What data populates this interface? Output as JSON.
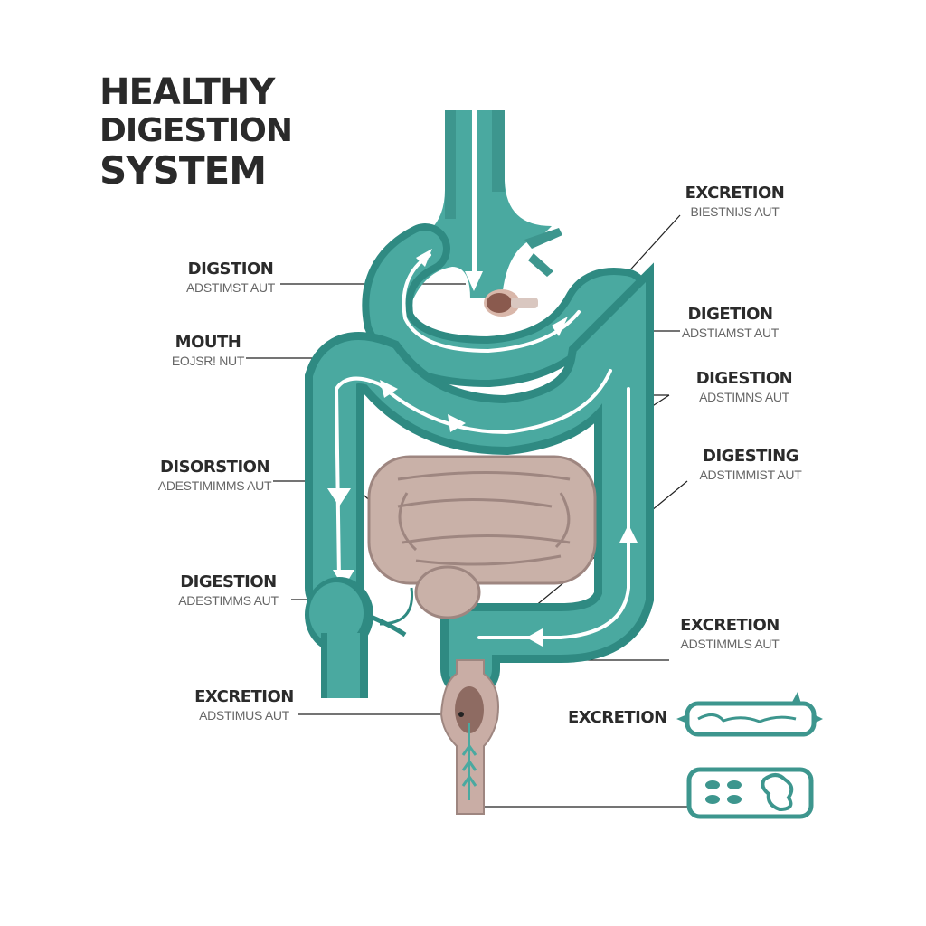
{
  "title": {
    "line1": "HEALTHY",
    "line2": "DIGESTION",
    "line3": "SYSTEM"
  },
  "colors": {
    "teal": "#4aa9a0",
    "teal_dark": "#2f8a82",
    "teal_light": "#5fbcb2",
    "intestine": "#c9b1a8",
    "intestine_outline": "#9e8680",
    "text": "#2b2b2b",
    "subtext": "#666666"
  },
  "labels_left": [
    {
      "heading": "DIGSTION",
      "sub": "ADSTIMST AUT"
    },
    {
      "heading": "MOUTH",
      "sub": "EOJSR! NUT"
    },
    {
      "heading": "DISORSTION",
      "sub": "ADESTIMIMMS AUT"
    },
    {
      "heading": "DIGESTION",
      "sub": "ADESTIMMS AUT"
    },
    {
      "heading": "EXCRETION",
      "sub": "ADSTIMUS AUT"
    }
  ],
  "labels_right": [
    {
      "heading": "EXCRETION",
      "sub": "BIESTNIJS AUT"
    },
    {
      "heading": "DIGETION",
      "sub": "ADSTIAMST AUT"
    },
    {
      "heading": "DIGESTION",
      "sub": "ADSTIMNS AUT"
    },
    {
      "heading": "DIGESTING",
      "sub": "ADSTIMMIST AUT"
    },
    {
      "heading": "EXCRETION",
      "sub": "ADSTIMMLS AUT"
    }
  ],
  "legend": {
    "excretion_label": "EXCRETION",
    "icon1": "intestine-tube-icon",
    "icon2": "bacteria-cells-icon"
  }
}
